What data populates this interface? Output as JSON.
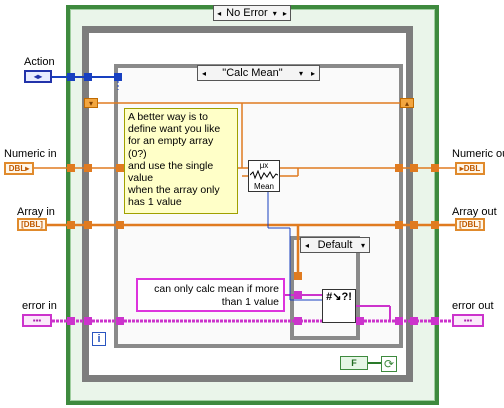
{
  "outer_case": {
    "selector": "No Error"
  },
  "inner_case": {
    "selector": "\"Calc Mean\""
  },
  "nested_case": {
    "selector": "Default"
  },
  "controls": {
    "action": {
      "label": "Action"
    },
    "numeric_in": {
      "label": "Numeric in",
      "type": "DBL"
    },
    "array_in": {
      "label": "Array in",
      "type": "DBL"
    },
    "error_in": {
      "label": "error in"
    }
  },
  "indicators": {
    "numeric_out": {
      "label": "Numeric out",
      "type": "DBL"
    },
    "array_out": {
      "label": "Array out",
      "type": "DBL"
    },
    "error_out": {
      "label": "error out"
    }
  },
  "comments": {
    "yellow": "A better way is to\ndefine want you like\nfor an empty array\n(0?)\nand use the single\nvalue\nwhen the array only\nhas 1 value",
    "pink": "can only calc mean if more\nthan 1 value"
  },
  "subvi_mean": {
    "line1": "μx",
    "line2": "Mean"
  },
  "subvi_error": {
    "glyph": "#↘?!"
  },
  "constants": {
    "false_const": "F"
  },
  "icons": {
    "info": "i",
    "stop": "stop-icon",
    "case_arrow_left": "◂",
    "case_arrow_right": "▸",
    "case_arrow_down": "▾"
  },
  "colors": {
    "wire_numeric": "#e07b20",
    "wire_error": "#cc33cc",
    "wire_enum": "#1840c0",
    "wire_bool": "#2a7a2a",
    "frame_green": "#3e8a3e"
  }
}
